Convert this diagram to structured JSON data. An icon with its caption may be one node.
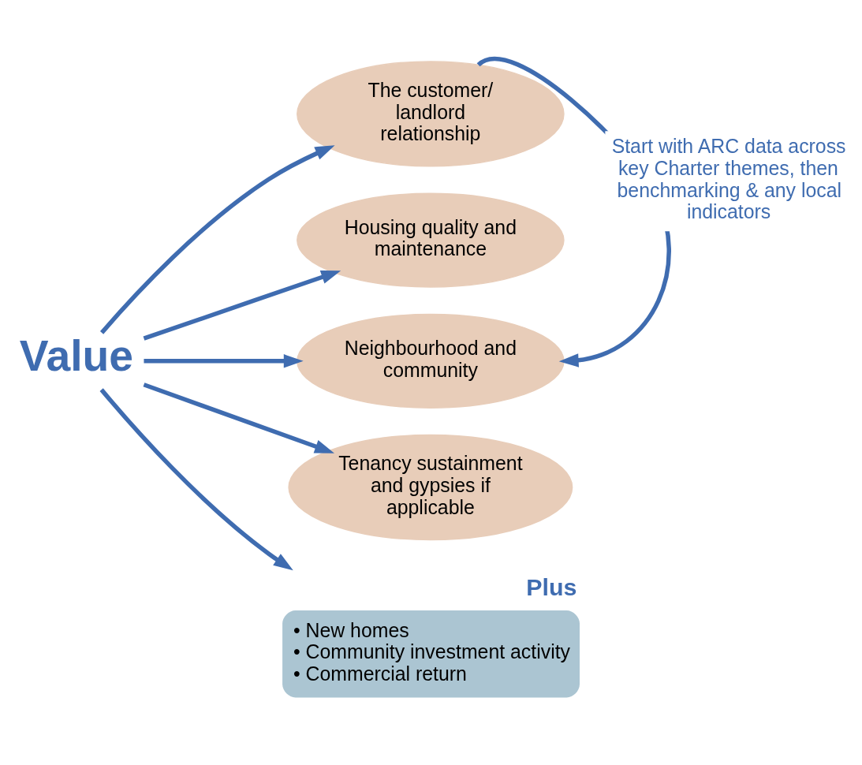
{
  "diagram": {
    "nodes": [
      {
        "text": [
          "Value"
        ]
      },
      {
        "text": [
          "The customer/ landlord relationship"
        ]
      },
      {
        "text": [
          "Housing quality and maintenance"
        ]
      },
      {
        "text": [
          "Neighbourhood and community"
        ]
      },
      {
        "text": [
          "Tenancy sustainment and gypsies if applicable"
        ]
      },
      {
        "text": [
          "Plus",
          "• New homes",
          "• Community investment activity",
          "• Commercial return"
        ]
      }
    ],
    "edges": [
      {
        "from": 0,
        "to": 1,
        "arrow": "to"
      },
      {
        "from": 0,
        "to": 2,
        "arrow": "to"
      },
      {
        "from": 0,
        "to": 3,
        "arrow": "to"
      },
      {
        "from": 0,
        "to": 4,
        "arrow": "to"
      },
      {
        "from": 0,
        "to": 5,
        "arrow": "to"
      },
      {
        "from": 1,
        "to": 3,
        "arrow": "to",
        "label": "Start with ARC data across key Charter themes, then benchmarking & any local indicators"
      }
    ]
  }
}
